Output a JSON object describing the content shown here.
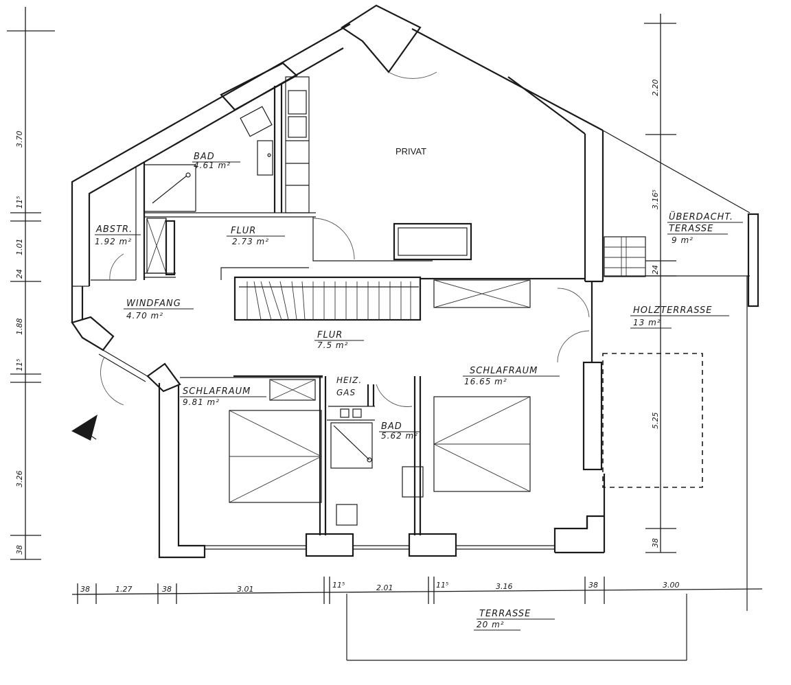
{
  "rooms": {
    "privat": "PRIVAT",
    "bad_top": {
      "name": "BAD",
      "area": "4.61 m²"
    },
    "abstr": {
      "name": "ABSTR.",
      "area": "1.92 m²"
    },
    "flur_top": {
      "name": "FLUR",
      "area": "2.73 m²"
    },
    "windfang": {
      "name": "WINDFANG",
      "area": "4.70 m²"
    },
    "flur_mid": {
      "name": "FLUR",
      "area": "7.5 m²"
    },
    "schlafraum_left": {
      "name": "SCHLAFRAUM",
      "area": "9.81 m²"
    },
    "heiz": {
      "name": "HEIZ.",
      "sub": "GAS"
    },
    "bad_mid": {
      "name": "BAD",
      "area": "5.62 m²"
    },
    "schlafraum_right": {
      "name": "SCHLAFRAUM",
      "area": "16.65 m²"
    },
    "ueberdacht": {
      "name1": "ÜBERDACHT.",
      "name2": "TERASSE",
      "area": "9 m²"
    },
    "holzterrasse": {
      "name": "HOLZTERRASSE",
      "area": "13 m²"
    },
    "terrasse": {
      "name": "TERRASSE",
      "area": "20 m²"
    }
  },
  "dims_bottom": [
    "38",
    "1.27",
    "38",
    "3.01",
    "11⁵",
    "2.01",
    "11⁵",
    "3.16",
    "38",
    "3.00"
  ],
  "dims_left": [
    "3.70",
    "11⁵",
    "1.01",
    "24",
    "1.88",
    "11⁵",
    "3.26",
    "38"
  ],
  "dims_right": [
    "2.20",
    "3.16⁵",
    "24",
    "5.25",
    "38"
  ]
}
